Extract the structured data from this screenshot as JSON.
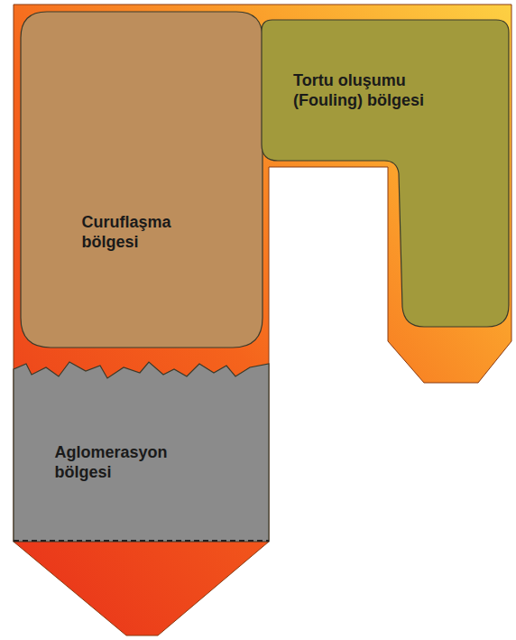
{
  "diagram": {
    "nodes": [
      {
        "text": [
          "Curuflaşma bölgesi"
        ]
      },
      {
        "text": [
          "Tortu oluşumu (Fouling) bölgesi"
        ]
      },
      {
        "text": [
          "Aglomerasyon bölgesi"
        ]
      }
    ]
  }
}
